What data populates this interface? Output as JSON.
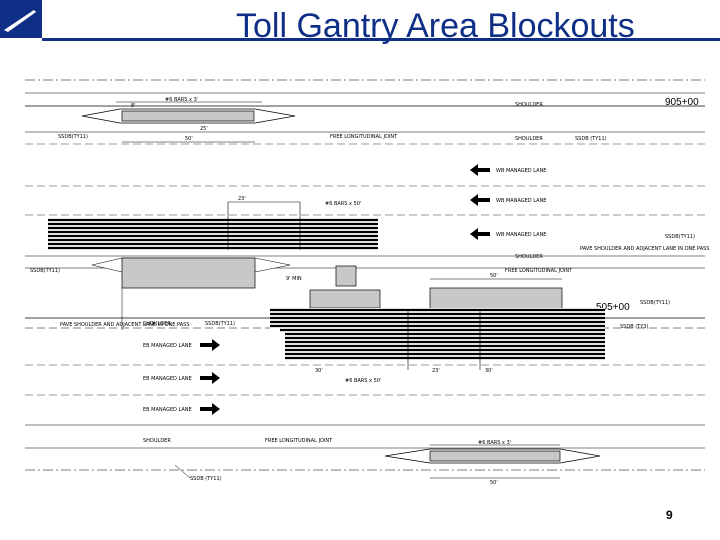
{
  "slide": {
    "title": "Toll Gantry Area Blockouts",
    "page_number": "9",
    "accent_color": "#0f2e86",
    "logo_icon": "diagonal-stroke-icon"
  },
  "drawing": {
    "stations": {
      "upper": "905+00",
      "lower": "505+00"
    },
    "north": {
      "shoulder": "SHOULDER",
      "lanes": [
        "WB MANAGED LANE",
        "WB MANAGED LANE",
        "WB MANAGED LANE"
      ],
      "shoulder_bottom": "SHOULDER",
      "ssdb_left": "SSDB(TY11)",
      "ssdb_right": "SSDB (TY11)",
      "joint": "FREE LONGITUDINAL JOINT",
      "bars": "#6 BARS x 3'",
      "dim_50": "50'",
      "dim_25": "25'",
      "dim_8": "8'",
      "ssdb_mid_left": "SSDB(TY11)",
      "ssdb_mid_right": "SSDB(TY11)",
      "pave_note": "PAVE SHOULDER AND ADJACENT LANE IN ONE PASS",
      "dim_23": "23'",
      "bars_mid": "#6 BARS x 50'",
      "dim_50_mid": "50'",
      "joint_mid": "FREE LONGITUDINAL JOINT"
    },
    "south": {
      "shoulder": "SHOULDER",
      "ssdb": "SSDB(TY11)",
      "pave_note": "PAVE SHOULDER AND ADJACENT LANE IN ONE PASS",
      "lanes": [
        "EB MANAGED LANE",
        "EB MANAGED LANE",
        "EB MANAGED LANE"
      ],
      "shoulder_bottom": "SHOULDER",
      "joint": "FREE LONGITUDINAL JOINT",
      "bars": "#6 BARS x 3'",
      "dim_50": "50'",
      "ssdb_bottom": "SSDB (TY11)",
      "ssdb_right": "SSDB (TY3)",
      "ssdb_right2": "SSDB(TY11)",
      "bars_mid": "#6 BARS x 50'",
      "dim_23": "23'",
      "dim_30": "30'",
      "dim_30b": "30'",
      "dim_9": "9' MIN"
    }
  }
}
